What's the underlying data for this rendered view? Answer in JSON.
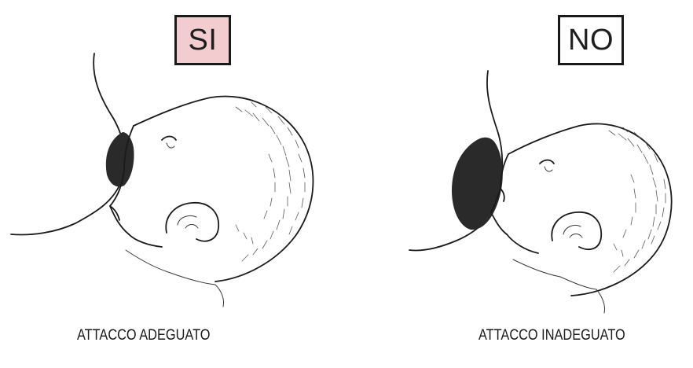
{
  "panels": {
    "left": {
      "tag": "SI",
      "caption": "ATTACCO ADEGUATO",
      "tag_color": "#f3cccf"
    },
    "right": {
      "tag": "NO",
      "caption": "ATTACCO INADEGUATO",
      "tag_color": "#ffffff"
    }
  }
}
